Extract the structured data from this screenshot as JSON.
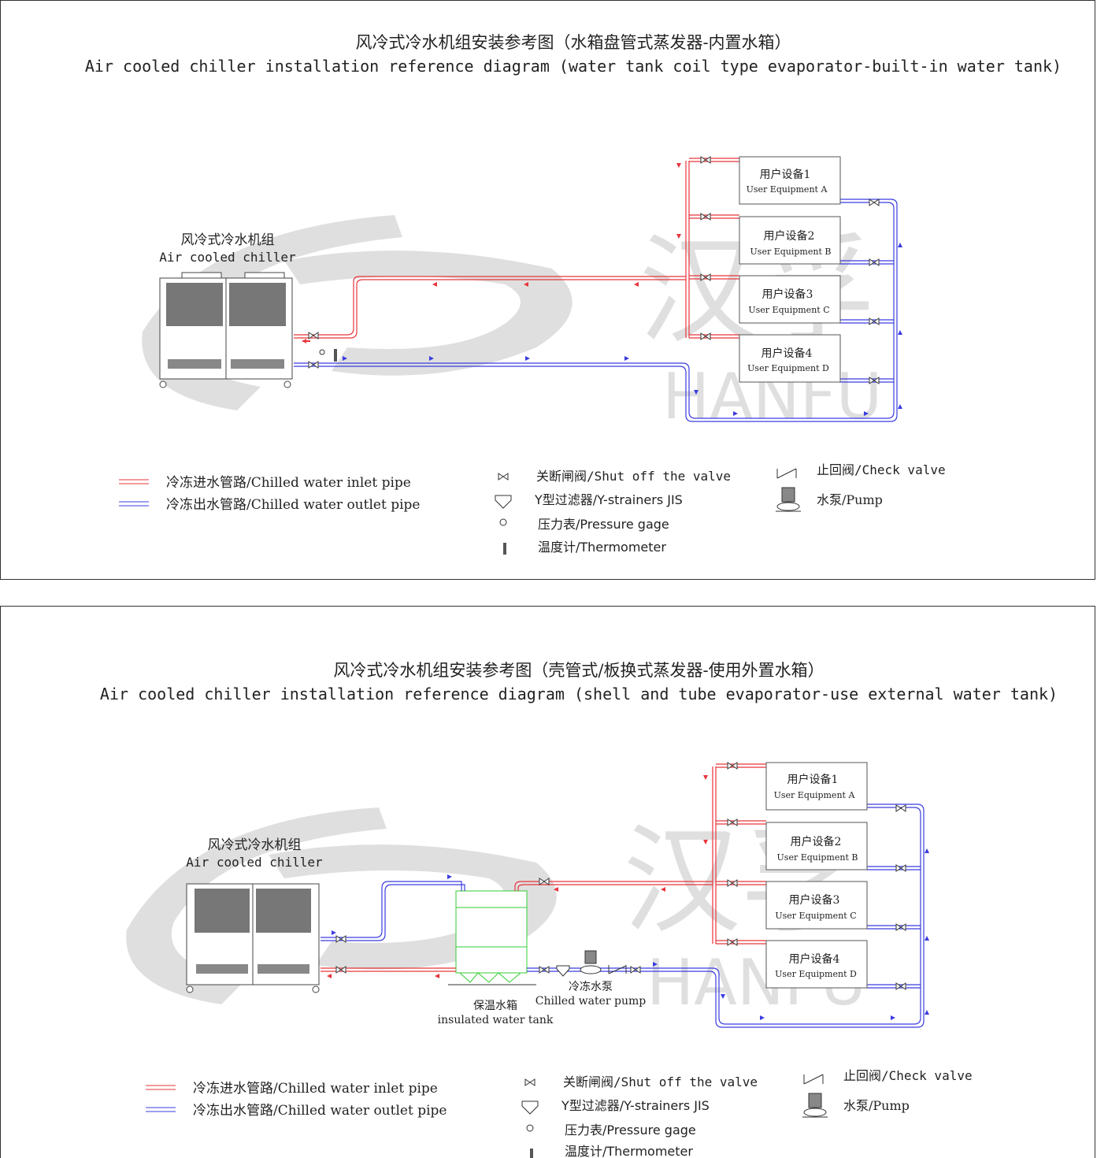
{
  "diagram1": {
    "title_cn": "风冷式冷水机组安装参考图（水箱盘管式蒸发器-内置水箱）",
    "title_en": "Air cooled chiller installation reference diagram (water tank coil type evaporator-built-in water tank)",
    "chiller_cn": "风冷式冷水机组",
    "chiller_en": "Air cooled chiller",
    "equipment": [
      {
        "cn": "用户设备1",
        "en": "User Equipment A"
      },
      {
        "cn": "用户设备2",
        "en": "User Equipment B"
      },
      {
        "cn": "用户设备3",
        "en": "User Equipment C"
      },
      {
        "cn": "用户设备4",
        "en": "User Equipment D"
      }
    ]
  },
  "diagram2": {
    "title_cn": "风冷式冷水机组安装参考图（壳管式/板换式蒸发器-使用外置水箱）",
    "title_en": "Air cooled chiller installation reference diagram (shell and tube evaporator-use external water tank)",
    "chiller_cn": "风冷式冷水机组",
    "chiller_en": "Air cooled chiller",
    "tank_cn": "保温水箱",
    "tank_en": "insulated water tank",
    "pump_cn": "冷冻水泵",
    "pump_en": "Chilled water pump",
    "equipment": [
      {
        "cn": "用户设备1",
        "en": "User Equipment A"
      },
      {
        "cn": "用户设备2",
        "en": "User Equipment B"
      },
      {
        "cn": "用户设备3",
        "en": "User Equipment C"
      },
      {
        "cn": "用户设备4",
        "en": "User Equipment D"
      }
    ]
  },
  "watermark": {
    "brand_cn": "汉孚",
    "brand_en": "HANFU"
  },
  "legend": {
    "inlet_pipe": "冷冻进水管路/Chilled water inlet pipe",
    "outlet_pipe": "冷冻出水管路/Chilled water outlet pipe",
    "shutoff_valve": "关断闸阀/Shut off the valve",
    "y_strainer": "Y型过滤器/Y-strainers JIS",
    "pressure_gage": "压力表/Pressure gage",
    "thermometer": "温度计/Thermometer",
    "check_valve": "止回阀/Check valve",
    "pump": "水泵/Pump"
  },
  "colors": {
    "inlet": "#e8343a",
    "outlet": "#3a3ce0",
    "tank": "#33cc33",
    "watermark": "#dcdcdc"
  }
}
